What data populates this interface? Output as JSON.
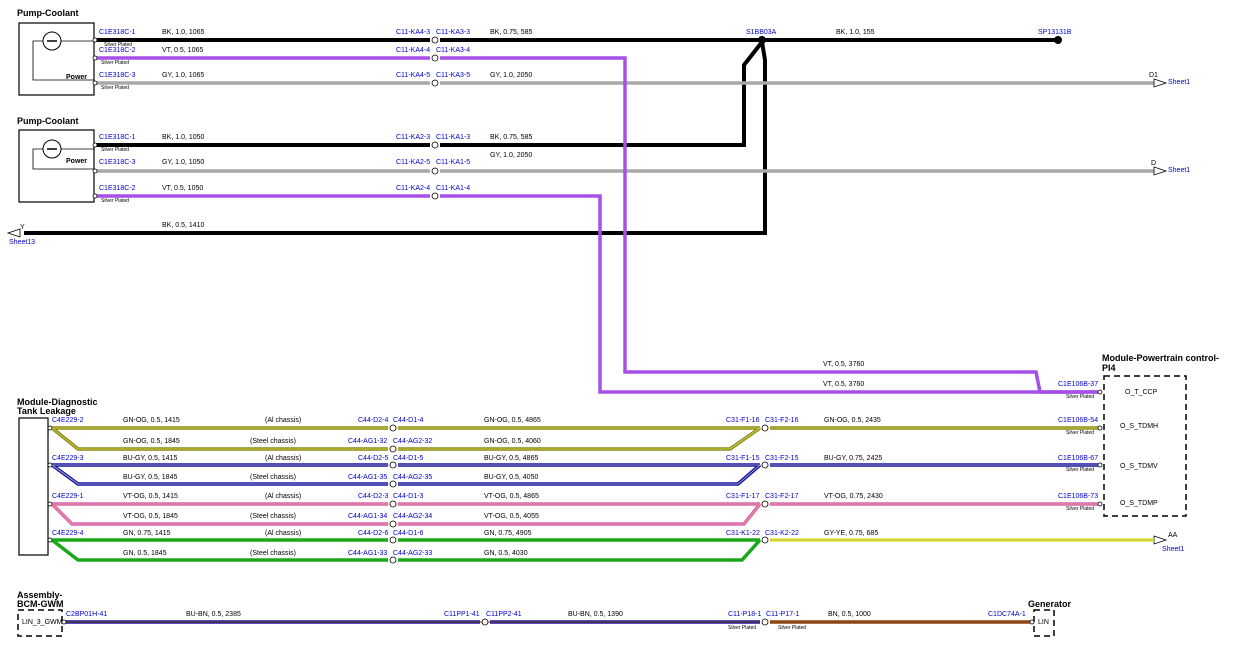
{
  "components": {
    "pump1": {
      "title": "Pump-Coolant",
      "power": "Power"
    },
    "pump2": {
      "title": "Pump-Coolant",
      "power": "Power"
    },
    "module_pcm": {
      "title1": "Module-Powertrain control-",
      "title2": "PI4",
      "pins": [
        "O_T_CCP",
        "O_S_TDMH",
        "O_S_TDMV",
        "O_S_TDMP"
      ]
    },
    "module_diag": {
      "title1": "Module-Diagnostic",
      "title2": "Tank Leakage"
    },
    "assembly": {
      "title1": "Assembly-",
      "title2": "BCM-GWM",
      "pin": "LIN_3_GWM"
    },
    "generator": {
      "title": "Generator",
      "pin": "LIN"
    }
  },
  "splice": {
    "s1": "S1BB03A",
    "sp": "SP13131B"
  },
  "offsheet": {
    "d1": {
      "ref": "D1",
      "sheet": "Sheet1"
    },
    "d": {
      "ref": "D",
      "sheet": "Sheet1"
    },
    "y": {
      "ref": "Y",
      "sheet": "Sheet13"
    },
    "aa": {
      "ref": "AA",
      "sheet": "Sheet1"
    }
  },
  "plating": "Silver Plated",
  "wire_labels": {
    "w1": "BK, 1.0, 1065",
    "w1b": "BK, 0.75, 585",
    "w1c": "BK, 1.0, 155",
    "w2": "VT, 0.5, 1065",
    "w3": "GY, 1.0, 1065",
    "w3b": "GY, 1.0, 2050",
    "w4": "BK, 1.0, 1050",
    "w4b": "BK, 0.75, 585",
    "w5": "GY, 1.0, 1050",
    "w5b": "GY, 1.0, 2050",
    "w6": "VT, 0.5, 1050",
    "w7": "BK, 0.5, 1410",
    "vt1": "VT, 0.5, 3760",
    "vt2": "VT, 0.5, 3760",
    "g1a": "GN-OG, 0.5, 1415",
    "g1b": "GN-OG, 0.5, 4865",
    "g1c": "GN-OG, 0.5, 2435",
    "g2a": "GN-OG, 0.5, 1845",
    "g2b": "GN-OG, 0.5, 4060",
    "b1a": "BU-GY, 0.5, 1415",
    "b1b": "BU-GY, 0.5, 4865",
    "b1c": "BU-GY, 0.75, 2425",
    "b2a": "BU-GY, 0.5, 1845",
    "b2b": "BU-GY, 0.5, 4050",
    "v1a": "VT-OG, 0.5, 1415",
    "v1b": "VT-OG, 0.5, 4865",
    "v1c": "VT-OG, 0.75, 2430",
    "v2a": "VT-OG, 0.5, 1845",
    "v2b": "VT-OG, 0.5, 4055",
    "n1a": "GN, 0.75, 1415",
    "n1b": "GN, 0.75, 4905",
    "n1c": "GY-YE, 0.75, 685",
    "n2a": "GN, 0.5, 1845",
    "n2b": "GN, 0.5, 4030",
    "l1": "BU-BN, 0.5, 2385",
    "l2": "BU-BN, 0.5, 1390",
    "l3": "BN, 0.5, 1000"
  },
  "chassis": {
    "al": "(Al chassis)",
    "steel": "(Steel chassis)"
  },
  "connectors": {
    "p1_1": "C1E318C-1",
    "p1_2": "C1E318C-2",
    "p1_3": "C1E318C-3",
    "ka4_3": "C11-KA4-3",
    "ka3_3": "C11-KA3-3",
    "ka4_4": "C11-KA4-4",
    "ka3_4": "C11-KA3-4",
    "ka4_5": "C11-KA4-5",
    "ka3_5": "C11-KA3-5",
    "p2_1": "C1E318C-1",
    "p2_3": "C1E318C-3",
    "p2_2": "C1E318C-2",
    "ka2_3": "C11-KA2-3",
    "ka1_3": "C11-KA1-3",
    "ka2_5": "C11-KA2-5",
    "ka1_5": "C11-KA1-5",
    "ka2_4": "C11-KA2-4",
    "ka1_4": "C11-KA1-4",
    "pcm37": "C1E106B-37",
    "pcm54": "C1E106B-54",
    "pcm67": "C1E106B-67",
    "pcm73": "C1E106B-73",
    "d2": "C4E229-2",
    "d3": "C4E229-3",
    "d1": "C4E229-1",
    "d4": "C4E229-4",
    "d2_4": "C44-D2-4",
    "d1_4": "C44-D1-4",
    "ag1_32": "C44-AG1-32",
    "ag2_32": "C44-AG2-32",
    "d2_5": "C44-D2-5",
    "d1_5": "C44-D1-5",
    "ag1_35": "C44-AG1-35",
    "ag2_35": "C44-AG2-35",
    "d2_3": "C44-D2-3",
    "d1_3": "C44-D1-3",
    "ag1_34": "C44-AG1-34",
    "ag2_34": "C44-AG2-34",
    "d2_6": "C44-D2-6",
    "d1_6": "C44-D1-6",
    "ag1_33": "C44-AG1-33",
    "ag2_33": "C44-AG2-33",
    "f1_16": "C31-F1-16",
    "f2_16": "C31-F2-16",
    "f1_15": "C31-F1-15",
    "f2_15": "C31-F2-15",
    "f1_17": "C31-F1-17",
    "f2_17": "C31-F2-17",
    "k1_22": "C31-K1-22",
    "k2_22": "C31-K2-22",
    "bcm41": "C2BP01H-41",
    "pp1_41": "C11PP1-41",
    "pp2_41": "C11PP2-41",
    "p18_1": "C11-P18-1",
    "p17_1": "C11-P17-1",
    "gen1": "C1DC74A-1"
  },
  "colors": {
    "black": "#000000",
    "violet": "#a650e8",
    "gray": "#a8a8a8",
    "olive": "#8a8a1e",
    "blue": "#1515a8",
    "pink": "#d864c0",
    "green": "#1aa81a",
    "yellow": "#e8e830",
    "brown": "#8b4513",
    "label_blue": "#0000cc"
  }
}
